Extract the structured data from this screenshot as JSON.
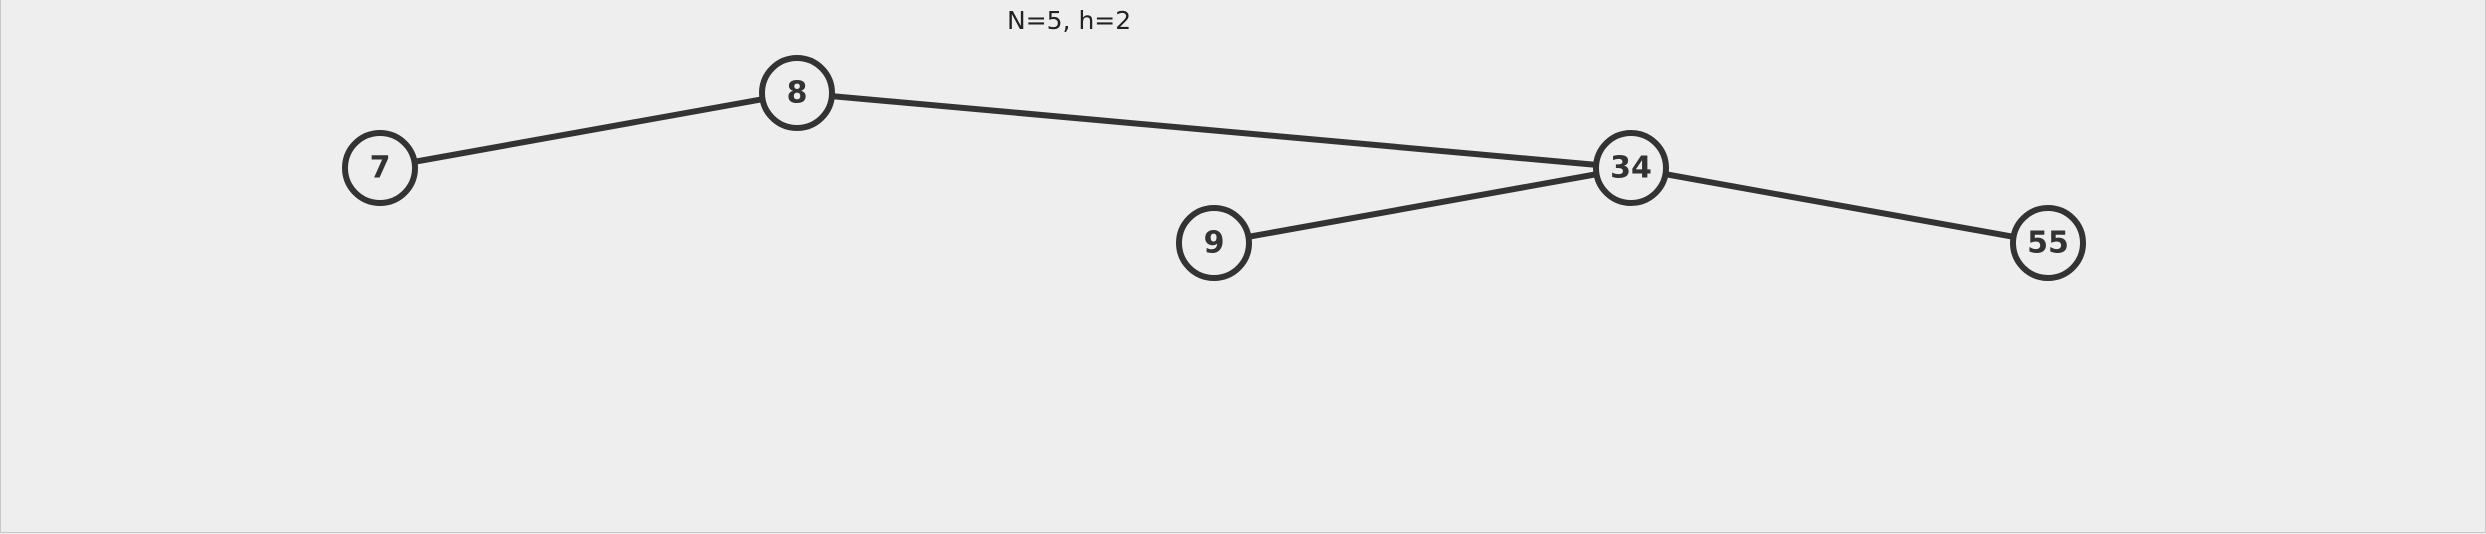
{
  "caption": "N=5, h=2",
  "colors": {
    "background": "#eeeeee",
    "stroke": "#333333"
  },
  "tree": {
    "nodes": [
      {
        "id": "n7",
        "label": "7",
        "depth": 1
      },
      {
        "id": "n8",
        "label": "8",
        "depth": 0
      },
      {
        "id": "n9",
        "label": "9",
        "depth": 2
      },
      {
        "id": "n34",
        "label": "34",
        "depth": 1
      },
      {
        "id": "n55",
        "label": "55",
        "depth": 2
      }
    ],
    "edges": [
      {
        "from": "n8",
        "to": "n7"
      },
      {
        "from": "n8",
        "to": "n34"
      },
      {
        "from": "n34",
        "to": "n9"
      },
      {
        "from": "n34",
        "to": "n55"
      }
    ]
  }
}
